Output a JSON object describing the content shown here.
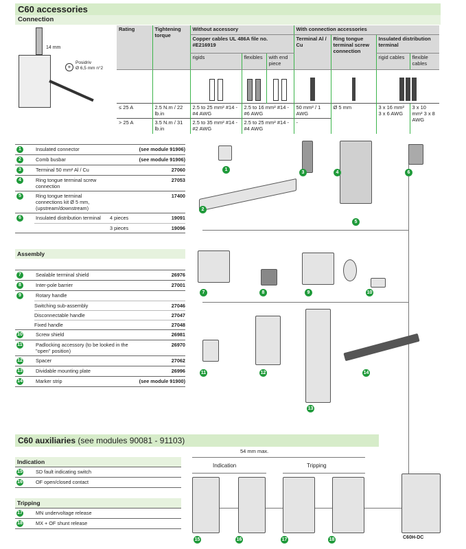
{
  "title": "C60 accessories",
  "connection": {
    "heading": "Connection",
    "strip_length": "14 mm",
    "screwdriver": [
      "Posidriv",
      "Ø 6,5 mm n°2"
    ]
  },
  "spec_table": {
    "h_rating": "Rating",
    "h_torque": "Tightening torque",
    "h_without": "Without accessory",
    "h_with": "With connection accessories",
    "h_copper": "Copper cables UL 486A file no. #E216919",
    "h_terminal": "Terminal Al / Cu",
    "h_ring": "Ring tongue terminal screw connection",
    "h_insulated": "Insulated distribution terminal",
    "h_rigids": "rigids",
    "h_flexibles": "flexibles",
    "h_endpiece": "with end piece",
    "h_rigid_cables": "rigid cables",
    "h_flex_cables": "flexible cables",
    "rows": [
      {
        "rating": "≤ 25 A",
        "torque": "2.5 N.m / 22 lb.in",
        "rigids": "2.5 to 25 mm² #14 - #4 AWG",
        "flexibles": "2.5 to 16 mm² #14 - #6 AWG",
        "terminal": "50 mm² / 1 AWG",
        "ring": "Ø 5 mm",
        "rigid_cables": "3 x 16 mm² 3 x 6 AWG",
        "flex_cables": "3 x 10 mm² 3 x 8 AWG"
      },
      {
        "rating": "> 25 A",
        "torque": "3.5 N.m / 31 lb.in",
        "rigids": "2.5 to 35 mm² #14 - #2 AWG",
        "flexibles": "2.5 to 25 mm² #14 - #4 AWG",
        "terminal": "-",
        "ring": "",
        "rigid_cables": "",
        "flex_cables": ""
      }
    ]
  },
  "connection_items": [
    {
      "n": "1",
      "label": "Insulated connector",
      "mid": "",
      "ref": "(see module 91906)"
    },
    {
      "n": "2",
      "label": "Comb busbar",
      "mid": "",
      "ref": "(see module 91906)"
    },
    {
      "n": "3",
      "label": "Terminal 50 mm² Al / Cu",
      "mid": "",
      "ref": "27060"
    },
    {
      "n": "4",
      "label": "Ring tongue terminal screw connection",
      "mid": "",
      "ref": "27053"
    },
    {
      "n": "5",
      "label": "Ring tongue terminal connections kit Ø 5 mm, (upstream/downstream)",
      "mid": "",
      "ref": "17400"
    },
    {
      "n": "6",
      "label": "Insulated distribution terminal",
      "mid": "4 pieces",
      "ref": "19091"
    },
    {
      "n": "",
      "label": "",
      "mid": "3 pieces",
      "ref": "19096"
    }
  ],
  "assembly": {
    "heading": "Assembly",
    "items": [
      {
        "n": "7",
        "label": "Sealable terminal shield",
        "ref": "26976"
      },
      {
        "n": "8",
        "label": "Inter-pole barrier",
        "ref": "27001"
      },
      {
        "n": "9",
        "label": "Rotary handle",
        "ref": ""
      },
      {
        "n": "",
        "label": "Switching sub-assembly",
        "ref": "27046"
      },
      {
        "n": "",
        "label": "Disconnectable handle",
        "ref": "27047"
      },
      {
        "n": "",
        "label": "Fixed handle",
        "ref": "27048"
      },
      {
        "n": "10",
        "label": "Screw shield",
        "ref": "26981"
      },
      {
        "n": "11",
        "label": "Padlocking accessory (to be looked in the \"open\" position)",
        "ref": "26970"
      },
      {
        "n": "12",
        "label": "Spacer",
        "ref": "27062"
      },
      {
        "n": "13",
        "label": "Dividable mounting plate",
        "ref": "26996"
      },
      {
        "n": "14",
        "label": "Marker strip",
        "ref": "(see module 91900)"
      }
    ]
  },
  "auxiliaries": {
    "title": "C60 auxiliaries",
    "title_suffix": " (see modules 90081 - 91103)",
    "indication_heading": "Indication",
    "indication_items": [
      {
        "n": "15",
        "label": "SD fault indicating switch"
      },
      {
        "n": "16",
        "label": "OF open/closed contact"
      }
    ],
    "tripping_heading": "Tripping",
    "tripping_items": [
      {
        "n": "17",
        "label": "MN undervoltage release"
      },
      {
        "n": "18",
        "label": "MX + OF shunt release"
      }
    ],
    "dim_label": "54 mm max.",
    "group_indication": "Indication",
    "group_tripping": "Tripping",
    "breaker_label": "C60H-DC"
  }
}
